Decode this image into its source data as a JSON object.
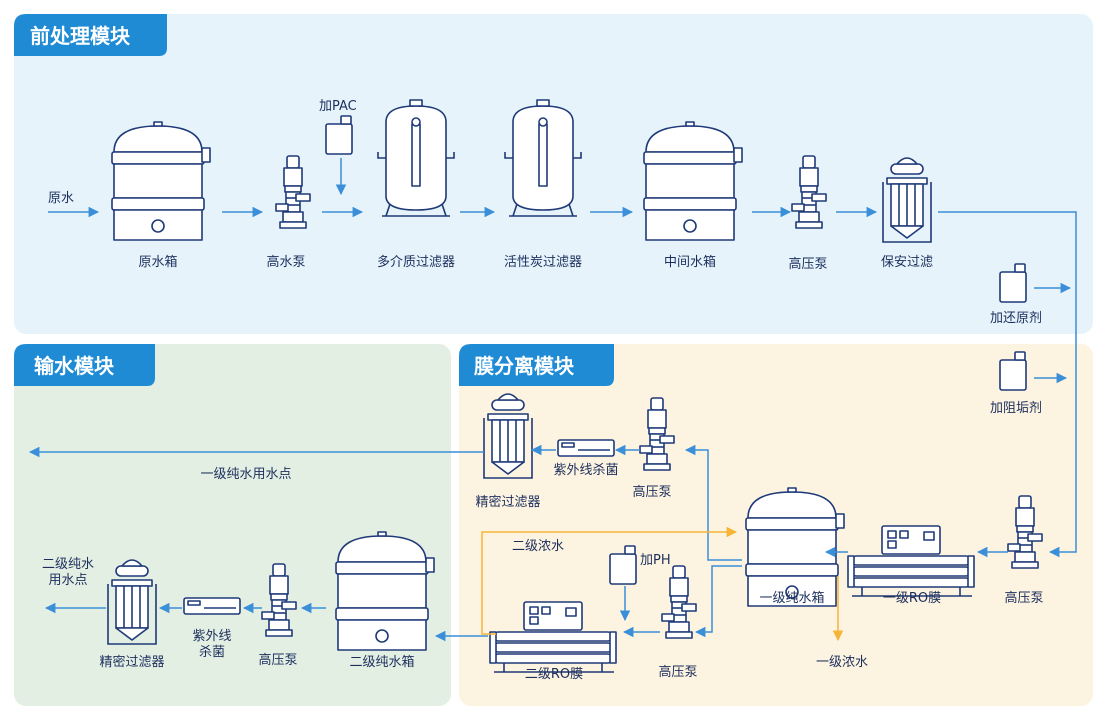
{
  "colors": {
    "pretreat_bg": "#e6f3fb",
    "transport_bg": "#e4efe4",
    "membrane_bg": "#fdf3e1",
    "title_bg": "#1f8bd5",
    "flow_blue": "#3a8fd8",
    "flow_yellow": "#f5b437",
    "equipment_stroke": "#1f3a78",
    "text": "#1c2f5c"
  },
  "modules": {
    "pretreatment": "前处理模块",
    "transport": "输水模块",
    "membrane": "膜分离模块"
  },
  "pretreatment": {
    "raw_water": "原水",
    "add_pac": "加PAC",
    "raw_tank": "原水箱",
    "high_pump": "高水泵",
    "multi_filter": "多介质过滤器",
    "carbon_filter": "活性炭过滤器",
    "mid_tank": "中间水箱",
    "hp_pump": "高压泵",
    "security_filter": "保安过滤",
    "add_reducer": "加还原剂"
  },
  "membrane": {
    "add_antiscalant": "加阻垢剂",
    "hp_pump_1": "高压泵",
    "ro1": "一级RO膜",
    "pure_tank_1": "一级纯水箱",
    "concentrate_1": "一级浓水",
    "hp_pump_top": "高压泵",
    "uv_top": "紫外线杀菌",
    "precise_filter_top": "精密过滤器",
    "concentrate_2": "二级浓水",
    "add_ph": "加PH",
    "hp_pump_2": "高压泵",
    "ro2": "二级RO膜"
  },
  "transport": {
    "point_1": "一级纯水用水点",
    "pure_tank_2": "二级纯水箱",
    "hp_pump": "高压泵",
    "uv_line1": "紫外线",
    "uv_line2": "杀菌",
    "precise_filter": "精密过滤器",
    "point_2_line1": "二级纯水",
    "point_2_line2": "用水点"
  }
}
